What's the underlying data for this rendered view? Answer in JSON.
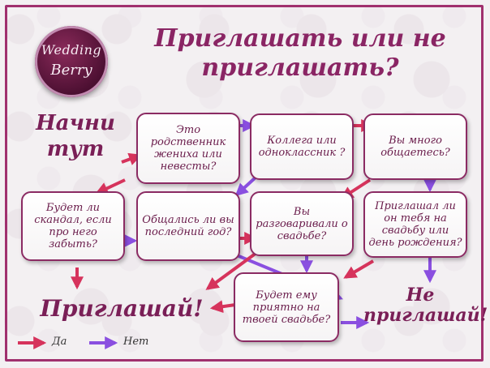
{
  "logo": {
    "line1": "Wedding",
    "line2": "Berry"
  },
  "title": "Приглашать или не приглашать?",
  "start_label": "Начни тут",
  "nodes": {
    "relative": "Это родственник жениха или невесты?",
    "colleague": "Коллега или одноклассник ?",
    "talk_often": "Вы много общаетесь?",
    "scandal": "Будет ли скандал, если про него забыть?",
    "talked_last_year": "Общались ли вы последний год?",
    "talked_wedding": "Вы разговаривали о свадьбе?",
    "invited_you": "Приглашал ли он тебя на свадьбу или день рождения?",
    "pleasant": "Будет ему приятно на твоей свадьбе?"
  },
  "outcomes": {
    "invite": "Приглашай!",
    "no_invite": "Не приглашай!"
  },
  "legend": {
    "yes": "Да",
    "no": "Нет"
  },
  "colors": {
    "yes": "#d6335c",
    "no": "#8a4fe0",
    "accent": "#8a2564"
  }
}
